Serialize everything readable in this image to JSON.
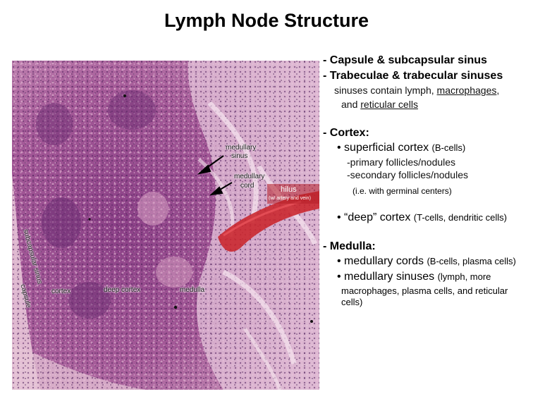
{
  "title": "Lymph Node Structure",
  "image": {
    "labels": {
      "medullary_sinus_1": "medullary",
      "medullary_sinus_2": "sinus",
      "medullary_cord_1": "medullary",
      "medullary_cord_2": "cord",
      "hilus": "hilus",
      "hilus_sub": "(w/ artery and vein)",
      "subcapsular_sinus": "subcapsular sinus",
      "capsule": "capsule",
      "cortex": "cortex",
      "deep_cortex": "deep cortex",
      "medulla": "medulla"
    }
  },
  "notes": {
    "capsule_line": "- Capsule & subcapsular sinus",
    "trabeculae_line": "- Trabeculae & trabecular sinuses",
    "sinuses_text_1": "sinuses contain lymph,",
    "macrophages": "macrophages",
    "comma": ",",
    "sinuses_text_2": "and",
    "reticular_cells": "reticular cells",
    "cortex_heading": "- Cortex:",
    "superficial_main": "• superficial cortex",
    "superficial_detail": "(B-cells)",
    "primary": "-primary follicles/nodules",
    "secondary": "-secondary follicles/nodules",
    "germinal": "(i.e. with germinal centers)",
    "deep_main": "• “deep” cortex",
    "deep_detail": "(T-cells, dendritic cells)",
    "medulla_heading": "- Medulla:",
    "cords_main": "• medullary cords",
    "cords_detail": "(B-cells, plasma cells)",
    "sinuses_main": "• medullary sinuses",
    "sinuses_detail_1": "(lymph, more",
    "sinuses_detail_2": "macrophages, plasma cells, and reticular",
    "sinuses_detail_3": "cells)"
  }
}
